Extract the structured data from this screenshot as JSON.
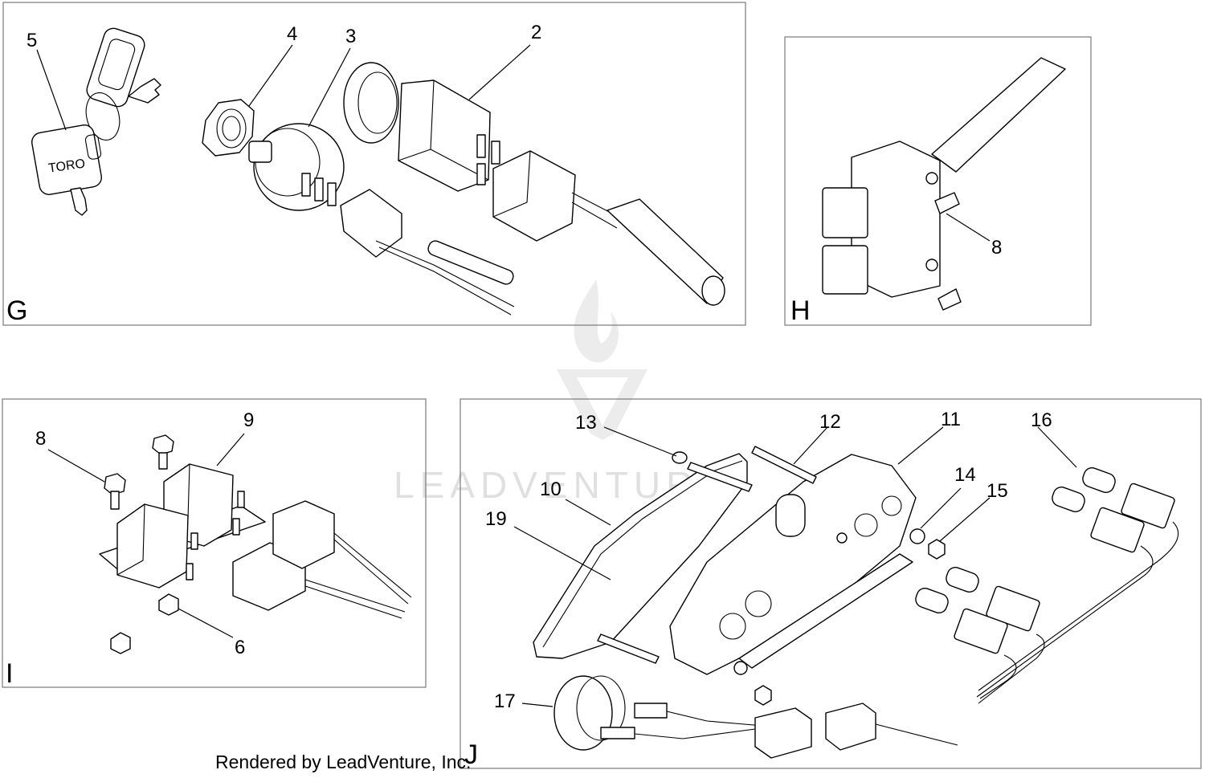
{
  "watermark": {
    "text": "LEADVENTURE"
  },
  "footer": {
    "text": "Rendered by LeadVenture, Inc."
  },
  "key_tag_text": "TORO",
  "panels": [
    {
      "id": "G",
      "letter": "G",
      "callouts": [
        "2",
        "3",
        "4",
        "5"
      ]
    },
    {
      "id": "H",
      "letter": "H",
      "callouts": [
        "8"
      ]
    },
    {
      "id": "I",
      "letter": "I",
      "callouts": [
        "6",
        "8",
        "9"
      ]
    },
    {
      "id": "J",
      "letter": "J",
      "callouts": [
        "10",
        "11",
        "12",
        "13",
        "14",
        "15",
        "16",
        "17",
        "19"
      ]
    }
  ]
}
